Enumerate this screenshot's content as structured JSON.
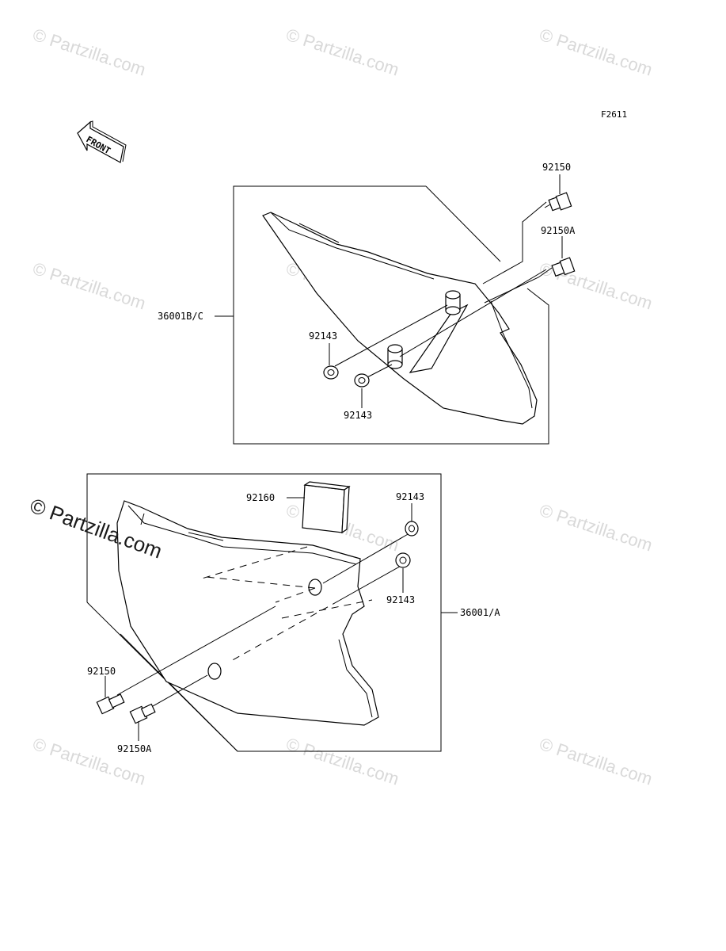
{
  "figure_code": "F2611",
  "front_arrow_text": "FRONT",
  "watermark_text": "© Partzilla.com",
  "callouts": {
    "upper_bolt": "92150",
    "upper_bolt_a": "92150A",
    "upper_cover": "36001B/C",
    "upper_washer_left": "92143",
    "upper_washer_right": "92143",
    "emblem": "92160",
    "lower_washer_top": "92143",
    "lower_washer_bottom": "92143",
    "lower_cover": "36001/A",
    "lower_bolt": "92150",
    "lower_bolt_a": "92150A"
  }
}
